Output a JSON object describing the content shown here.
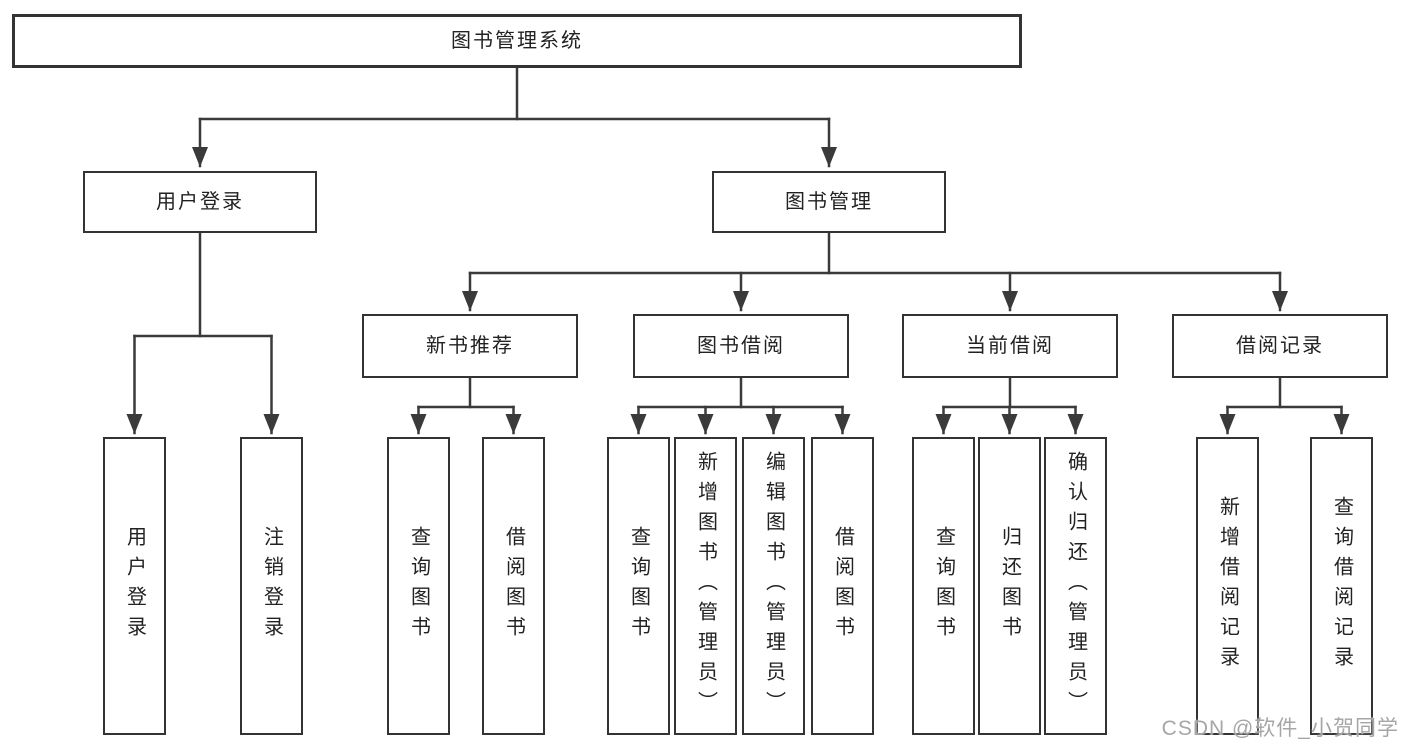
{
  "colors": {
    "line": "#3a3a3a",
    "box_border": "#333333",
    "text": "#222222",
    "watermark": "#a6a6a6"
  },
  "watermark": {
    "text": "CSDN @软件_小贺同学"
  },
  "tree": {
    "label": "图书管理系统",
    "children": [
      {
        "label": "用户登录",
        "children": [
          {
            "label": "用户登录"
          },
          {
            "label": "注销登录"
          }
        ]
      },
      {
        "label": "图书管理",
        "children": [
          {
            "label": "新书推荐",
            "children": [
              {
                "label": "查询图书"
              },
              {
                "label": "借阅图书"
              }
            ]
          },
          {
            "label": "图书借阅",
            "children": [
              {
                "label": "查询图书"
              },
              {
                "label": "新增图书（管理员）"
              },
              {
                "label": "编辑图书（管理员）"
              },
              {
                "label": "借阅图书"
              }
            ]
          },
          {
            "label": "当前借阅",
            "children": [
              {
                "label": "查询图书"
              },
              {
                "label": "归还图书"
              },
              {
                "label": "确认归还（管理员）"
              }
            ]
          },
          {
            "label": "借阅记录",
            "children": [
              {
                "label": "新增借阅记录"
              },
              {
                "label": "查询借阅记录"
              }
            ]
          }
        ]
      }
    ]
  }
}
